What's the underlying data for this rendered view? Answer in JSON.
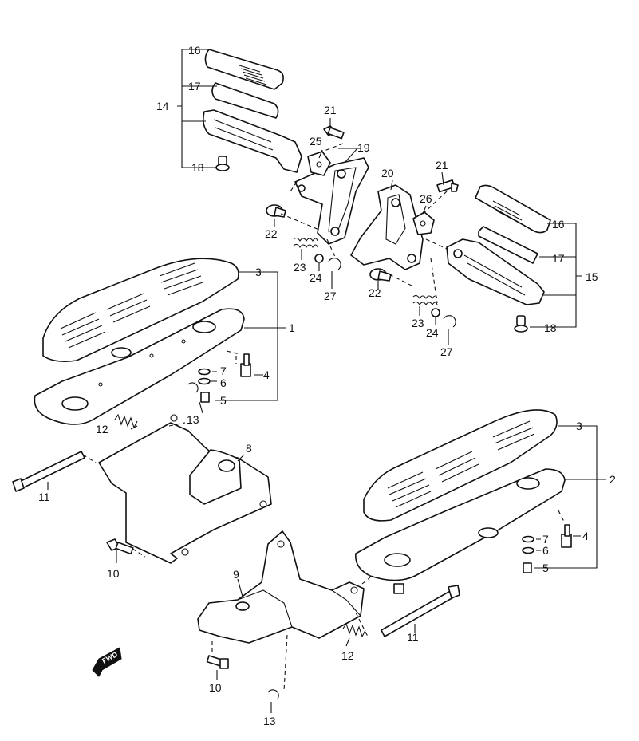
{
  "callouts": {
    "c1": "1",
    "c2": "2",
    "c3a": "3",
    "c3b": "3",
    "c4a": "4",
    "c4b": "4",
    "c5a": "5",
    "c5b": "5",
    "c6a": "6",
    "c6b": "6",
    "c7a": "7",
    "c7b": "7",
    "c8": "8",
    "c9": "9",
    "c10a": "10",
    "c10b": "10",
    "c11a": "11",
    "c11b": "11",
    "c12a": "12",
    "c12b": "12",
    "c13a": "13",
    "c13b": "13",
    "c14": "14",
    "c15": "15",
    "c16a": "16",
    "c16b": "16",
    "c17a": "17",
    "c17b": "17",
    "c18a": "18",
    "c18b": "18",
    "c19": "19",
    "c20": "20",
    "c21a": "21",
    "c21b": "21",
    "c22a": "22",
    "c22b": "22",
    "c23a": "23",
    "c23b": "23",
    "c24a": "24",
    "c24b": "24",
    "c25": "25",
    "c26": "26",
    "c27a": "27",
    "c27b": "27"
  },
  "fwd_badge": "FWD"
}
